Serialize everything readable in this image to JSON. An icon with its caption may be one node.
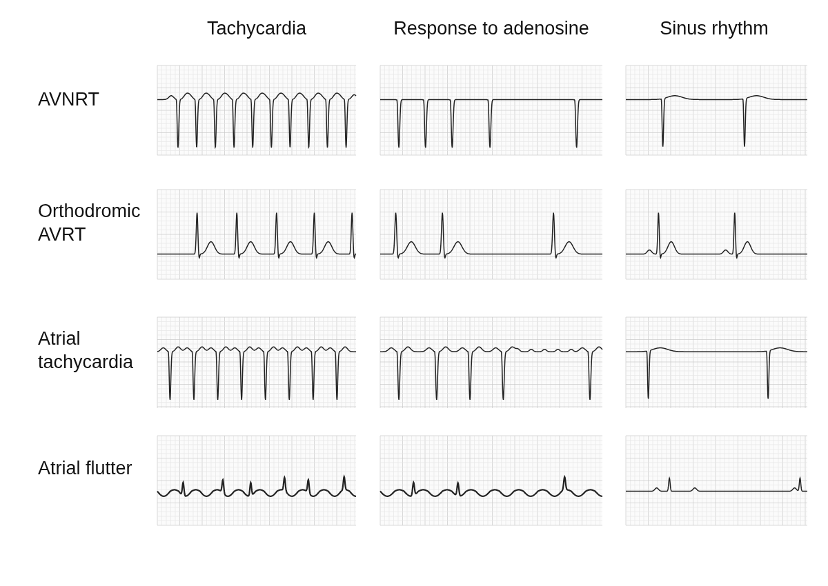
{
  "diagram": {
    "labels": [
      "Tachycardia",
      "Response to adenosine",
      "Sinus rhythm",
      "AVNRT",
      "Orthodromic AVRT",
      "Atrial tachycardia",
      "Atrial flutter"
    ]
  }
}
